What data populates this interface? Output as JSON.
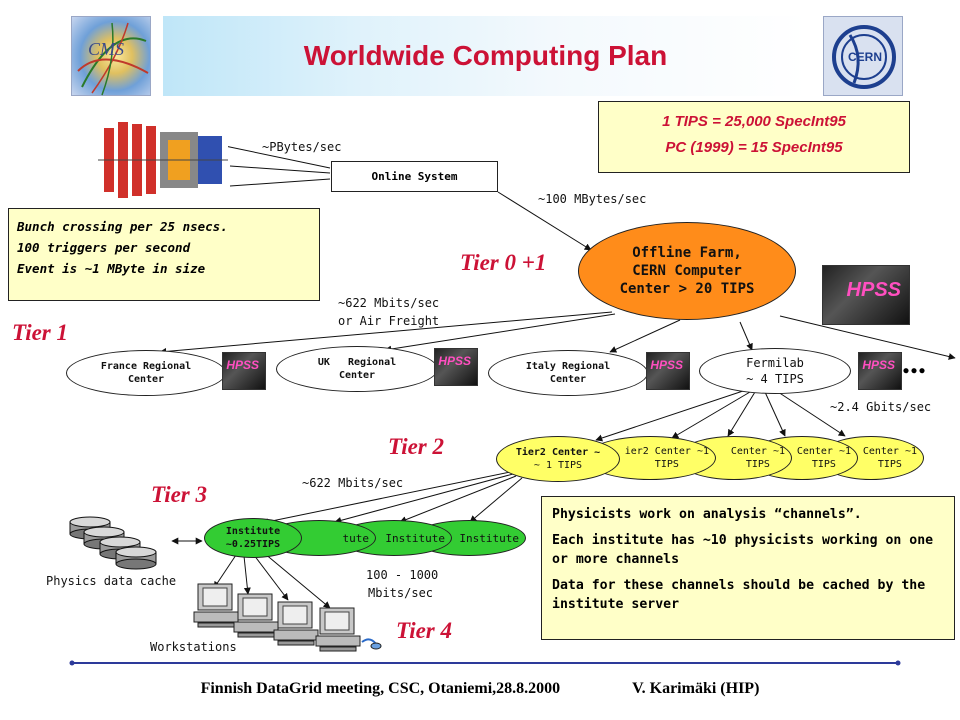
{
  "title": "Worldwide Computing Plan",
  "tips_box": {
    "line1": "1 TIPS = 25,000 SpecInt95",
    "line2": "PC (1999) = 15 SpecInt95"
  },
  "bunch_box": {
    "line1": "Bunch crossing per 25 nsecs.",
    "line2": "100 triggers per second",
    "line3": "Event is ~1 MByte in size"
  },
  "online_system": "Online System",
  "offline_farm": {
    "line1": "Offline Farm,",
    "line2": "CERN Computer",
    "line3": "Center > 20 TIPS"
  },
  "tiers": {
    "t0": "Tier 0 +1",
    "t1": "Tier 1",
    "t2": "Tier 2",
    "t3": "Tier 3",
    "t4": "Tier 4"
  },
  "labels": {
    "pbytes": "~PBytes/sec",
    "mbytes100": "~100 MBytes/sec",
    "mbits622_a": "~622 Mbits/sec",
    "air_freight": "or Air Freight",
    "gbits24": "~2.4 Gbits/sec",
    "mbits622_b": "~622 Mbits/sec",
    "mbits100_1000_a": "100 - 1000",
    "mbits100_1000_b": "Mbits/sec",
    "physics_cache": "Physics data cache",
    "workstations": "Workstations",
    "ellipsis": "..."
  },
  "tier1_centers": [
    {
      "line1": "France Regional",
      "line2": "Center"
    },
    {
      "line1": "UK   Regional",
      "line2": "Center"
    },
    {
      "line1": "Italy Regional",
      "line2": "Center"
    },
    {
      "line1": "Fermilab",
      "line2": "~ 4 TIPS"
    }
  ],
  "tier2_centers": [
    {
      "line1": "Tier2 Center ~",
      "line2": "~ 1 TIPS"
    },
    {
      "line1": "ier2 Center ~1",
      "line2": "TIPS"
    },
    {
      "line1": "Center ~1",
      "line2": "TIPS"
    },
    {
      "line1": "Center ~1",
      "line2": "TIPS"
    },
    {
      "line1": "Center ~1",
      "line2": "TIPS"
    }
  ],
  "institutes": [
    {
      "line1": "Institute",
      "line2": "~0.25TIPS"
    },
    {
      "line1": "tute"
    },
    {
      "line1": "Institute"
    },
    {
      "line1": "Institute"
    }
  ],
  "hpss": "HPSS",
  "phys_box": {
    "p1": "Physicists work on analysis “channels”.",
    "p2": "Each institute has ~10 physicists working on one or more channels",
    "p3": "Data for these channels should be cached by the institute server"
  },
  "footer": {
    "left": "Finnish DataGrid meeting, CSC, Otaniemi,28.8.2000",
    "right": "V. Karimäki (HIP)"
  },
  "colors": {
    "title": "#cc1236",
    "tier": "#cc1236",
    "offline_farm": "#ff8c1a",
    "tier2": "#ffff66",
    "institute": "#33cc33",
    "box_fill": "#ffffc8"
  },
  "icons": {
    "cms_logo": "cms-logo",
    "cern_logo": "cern-logo",
    "detector": "detector-image",
    "server": "server-icon",
    "disk": "disk-stack-icon",
    "workstation": "workstation-icon"
  }
}
